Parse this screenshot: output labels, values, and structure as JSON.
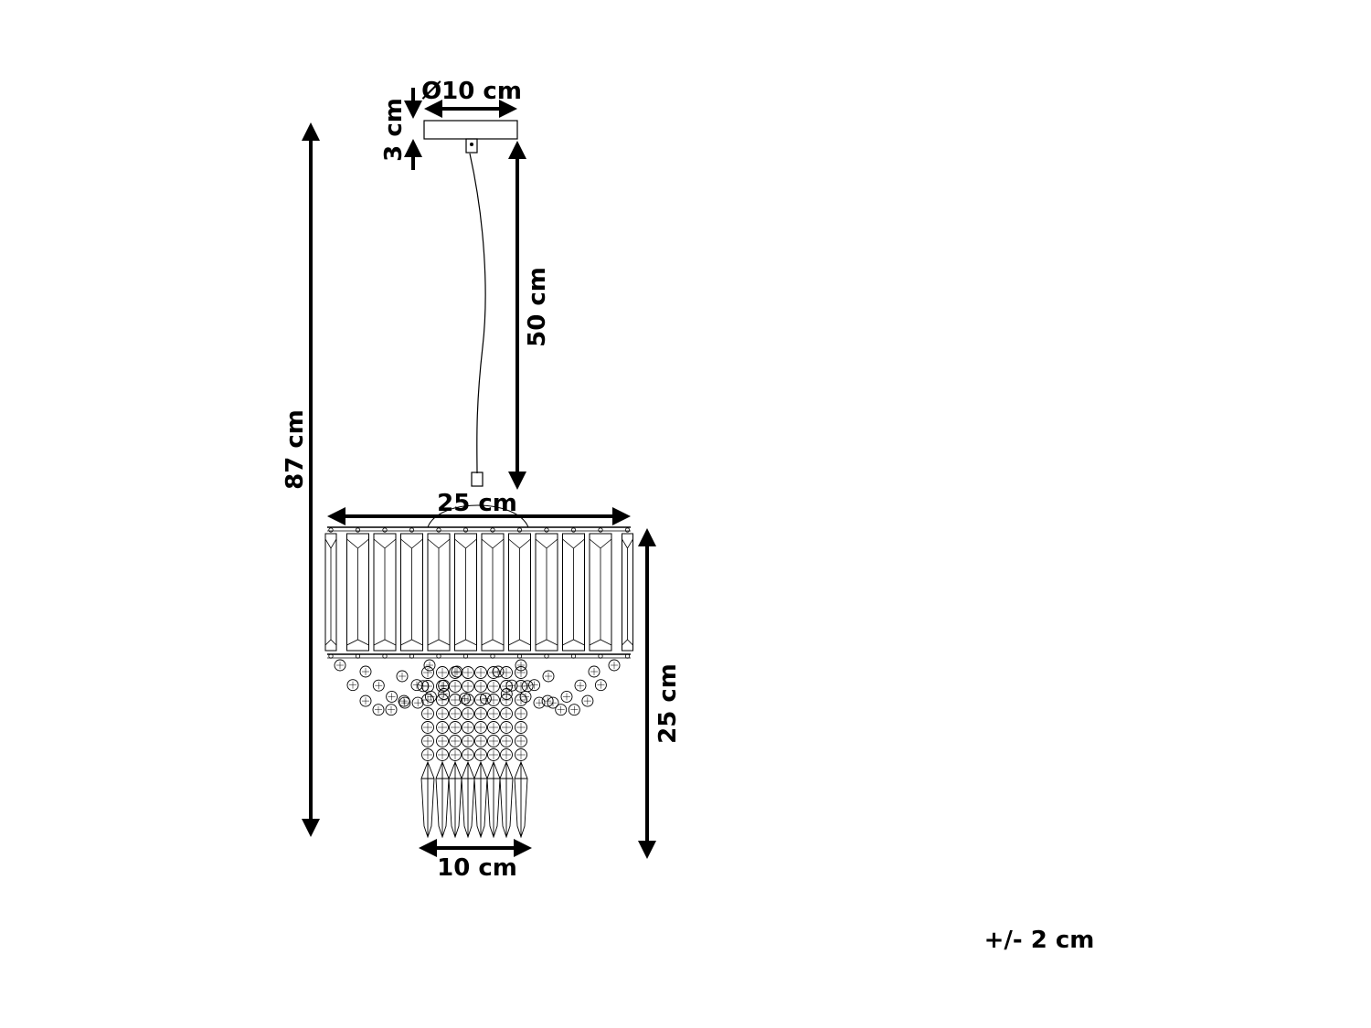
{
  "dimensions": {
    "canopy_diameter": "Ø10 cm",
    "canopy_height": "3 cm",
    "cable_length": "50 cm",
    "total_height": "87 cm",
    "shade_width": "25 cm",
    "shade_height": "25 cm",
    "bottom_width": "10 cm"
  },
  "tolerance": "+/- 2 cm"
}
